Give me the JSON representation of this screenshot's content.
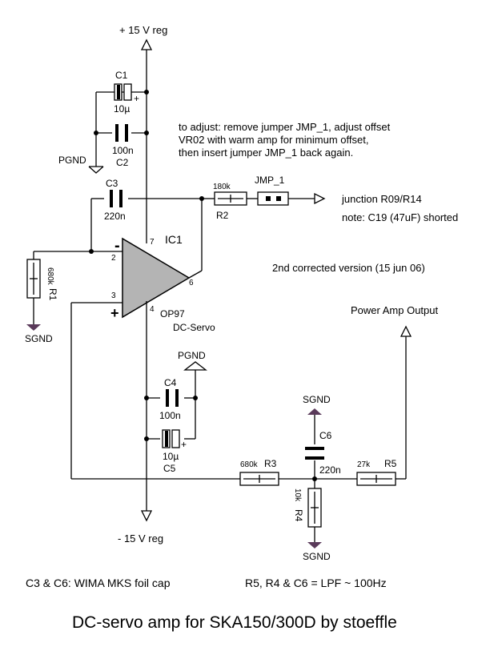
{
  "supply": {
    "pos": "+ 15 V reg",
    "neg": "- 15 V reg"
  },
  "grounds": {
    "pgnd": "PGND",
    "sgnd": "SGND"
  },
  "components": {
    "c1": {
      "ref": "C1",
      "value": "10µ"
    },
    "c2": {
      "ref": "C2",
      "value": "100n"
    },
    "c3": {
      "ref": "C3",
      "value": "220n"
    },
    "c4": {
      "ref": "C4",
      "value": "100n"
    },
    "c5": {
      "ref": "C5",
      "value": "10µ"
    },
    "c6": {
      "ref": "C6",
      "value": "220n"
    },
    "r1": {
      "ref": "R1",
      "value": "680k"
    },
    "r2": {
      "ref": "R2",
      "value": "180k"
    },
    "r3": {
      "ref": "R3",
      "value": "680k"
    },
    "r4": {
      "ref": "R4",
      "value": "10k"
    },
    "r5": {
      "ref": "R5",
      "value": "27k"
    },
    "jumper": {
      "ref": "JMP_1"
    },
    "ic": {
      "ref": "IC1",
      "part": "OP97",
      "role": "DC-Servo",
      "pin2": "2",
      "pin3": "3",
      "pin4": "4",
      "pin6": "6",
      "pin7": "7",
      "minus": "-",
      "plus": "+"
    }
  },
  "polarity": {
    "plus": "+"
  },
  "labels": {
    "junction": "junction R09/R14",
    "note_c19": "note: C19 (47uF) shorted",
    "version": "2nd corrected version (15 jun 06)",
    "power_amp_output": "Power Amp Output"
  },
  "adjust_note": [
    "to adjust: remove jumper JMP_1, adjust offset",
    "VR02 with warm amp for minimum offset,",
    "then insert jumper JMP_1 back again."
  ],
  "footer": {
    "caps_note": "C3 & C6: WIMA MKS foil cap",
    "lpf_note": "R5, R4 & C6 = LPF ~ 100Hz",
    "title": "DC-servo amp for SKA150/300D by stoeffle"
  }
}
